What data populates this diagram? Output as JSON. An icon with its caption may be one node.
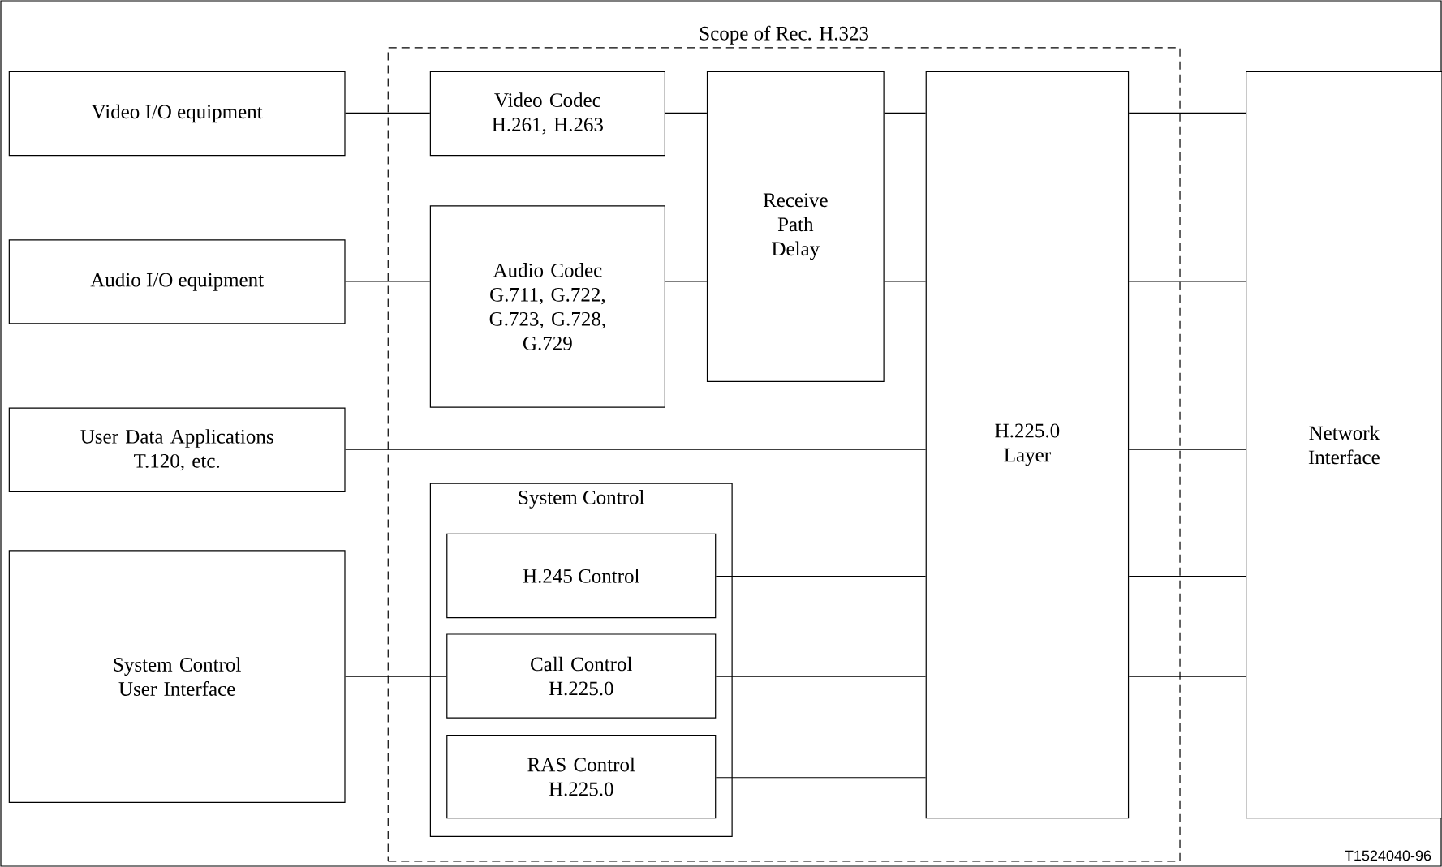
{
  "diagram": {
    "nodes": [
      {
        "text": [
          "Scope of Rec. H.323"
        ]
      },
      {
        "text": [
          "Video I/O equipment"
        ]
      },
      {
        "text": [
          "Video Codec H.261, H.263"
        ],
        "in": 0
      },
      {
        "text": [
          "Receive Path Delay"
        ],
        "in": 0
      },
      {
        "text": [
          "H.225.0 Layer"
        ],
        "in": 0
      },
      {
        "text": [
          "Network Interface"
        ]
      },
      {
        "text": [
          "Audio I/O equipment"
        ]
      },
      {
        "text": [
          "Audio Codec G.711, G.722, G.723, G.728, G.729"
        ],
        "in": 0
      },
      {
        "text": [
          "User Data Applications T.120, etc."
        ]
      },
      {
        "text": [
          "System Control User Interface"
        ]
      },
      {
        "text": [
          "System Control"
        ],
        "in": 0
      },
      {
        "text": [
          "H.245 Control"
        ],
        "in": 10
      },
      {
        "text": [
          "Call Control H.225.0"
        ],
        "in": 10
      },
      {
        "text": [
          "RAS Control H.225.0"
        ],
        "in": 10
      }
    ],
    "edges": [
      {
        "from": 1,
        "to": 2,
        "arrow": "none"
      },
      {
        "from": 2,
        "to": 3,
        "arrow": "none"
      },
      {
        "from": 3,
        "to": 4,
        "arrow": "none"
      },
      {
        "from": 4,
        "to": 5,
        "arrow": "none"
      },
      {
        "from": 6,
        "to": 7,
        "arrow": "none"
      },
      {
        "from": 7,
        "to": 3,
        "arrow": "none"
      },
      {
        "from": 3,
        "to": 4,
        "arrow": "none"
      },
      {
        "from": 4,
        "to": 5,
        "arrow": "none"
      },
      {
        "from": 8,
        "to": 4,
        "arrow": "none"
      },
      {
        "from": 4,
        "to": 5,
        "arrow": "none"
      },
      {
        "from": 11,
        "to": 4,
        "arrow": "none"
      },
      {
        "from": 4,
        "to": 5,
        "arrow": "none"
      },
      {
        "from": 9,
        "to": 12,
        "arrow": "none"
      },
      {
        "from": 12,
        "to": 4,
        "arrow": "none"
      },
      {
        "from": 4,
        "to": 5,
        "arrow": "none"
      },
      {
        "from": 13,
        "to": 4,
        "arrow": "none"
      }
    ],
    "labels": [
      "T1524040-96"
    ]
  }
}
